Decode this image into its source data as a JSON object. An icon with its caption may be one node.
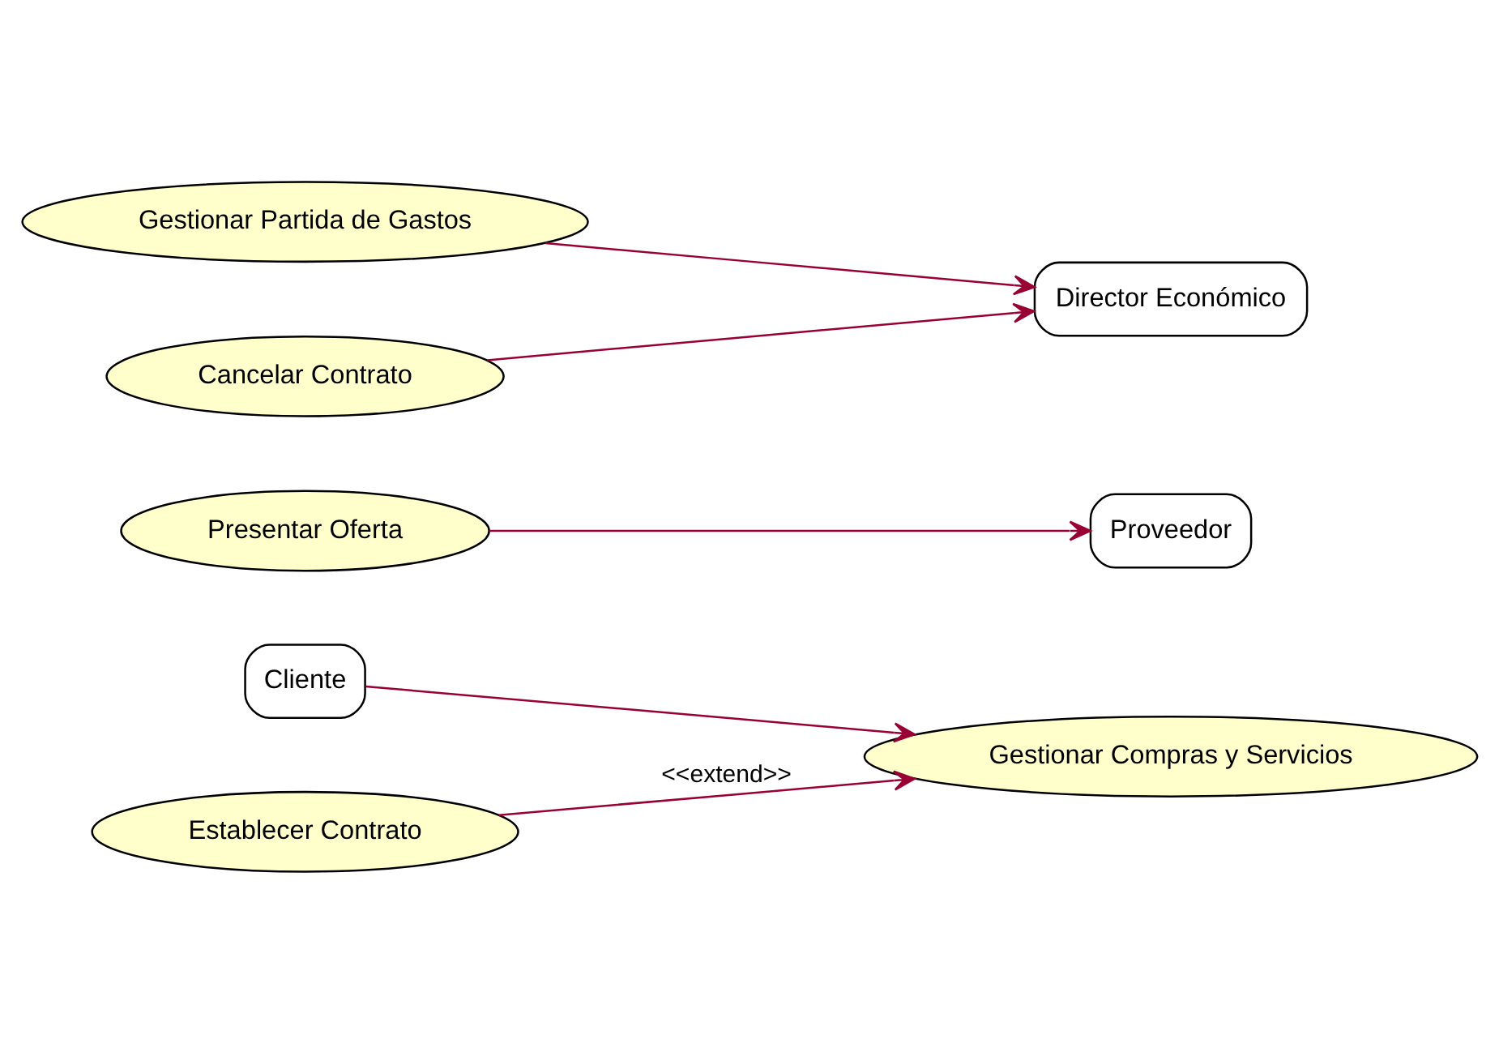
{
  "diagram": {
    "nodes": [
      {
        "text": [
          "Cliente"
        ]
      },
      {
        "text": [
          "Gestionar Compras y Servicios"
        ]
      },
      {
        "text": [
          "Establecer Contrato"
        ]
      },
      {
        "text": [
          "Proveedor"
        ]
      },
      {
        "text": [
          "Presentar Oferta"
        ]
      },
      {
        "text": [
          "Director Económico"
        ]
      },
      {
        "text": [
          "Gestionar Partida de Gastos"
        ]
      },
      {
        "text": [
          "Cancelar Contrato"
        ]
      }
    ],
    "edges": [
      {
        "from": 0,
        "to": 1,
        "arrow": "to"
      },
      {
        "from": 2,
        "to": 1,
        "arrow": "to",
        "label": "<<extend>>"
      },
      {
        "from": 4,
        "to": 3,
        "arrow": "to"
      },
      {
        "from": 6,
        "to": 5,
        "arrow": "to"
      },
      {
        "from": 7,
        "to": 5,
        "arrow": "to"
      }
    ]
  }
}
